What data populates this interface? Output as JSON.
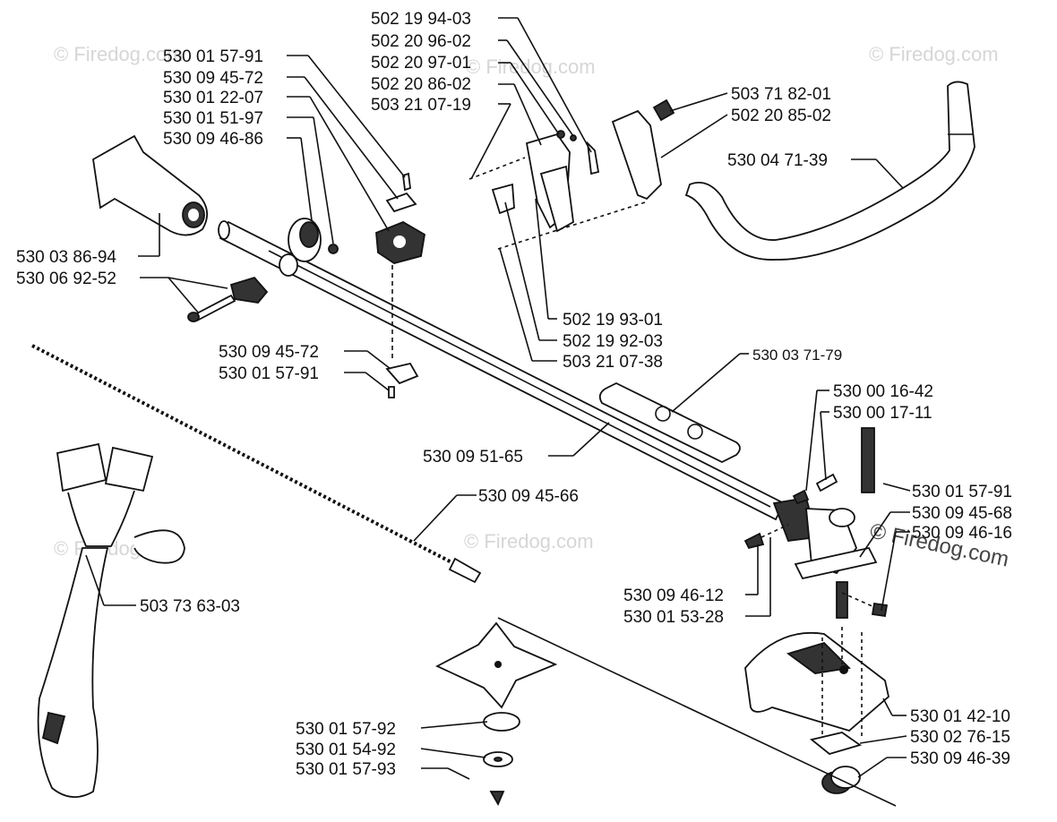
{
  "watermark": "© Firedog.com",
  "labels": {
    "l_502_19_94_03": "502 19 94-03",
    "l_502_20_96_02": "502 20 96-02",
    "l_502_20_97_01": "502 20 97-01",
    "l_502_20_86_02": "502 20 86-02",
    "l_503_21_07_19": "503 21 07-19",
    "l_530_01_57_91_a": "530 01 57-91",
    "l_530_09_45_72_a": "530 09 45-72",
    "l_530_01_22_07": "530 01 22-07",
    "l_530_01_51_97": "530 01 51-97",
    "l_530_09_46_86": "530 09 46-86",
    "l_503_71_82_01": "503 71 82-01",
    "l_502_20_85_02": "502 20 85-02",
    "l_530_04_71_39": "530 04 71-39",
    "l_530_03_86_94": "530 03 86-94",
    "l_530_06_92_52": "530 06 92-52",
    "l_502_19_93_01": "502 19 93-01",
    "l_502_19_92_03": "502 19 92-03",
    "l_503_21_07_38": "503 21 07-38",
    "l_530_09_45_72_b": "530 09 45-72",
    "l_530_01_57_91_b": "530 01 57-91",
    "l_530_03_71_79": "530 03 71-79",
    "l_530_00_16_42": "530 00 16-42",
    "l_530_00_17_11": "530 00 17-11",
    "l_530_09_51_65": "530 09 51-65",
    "l_530_01_57_91_c": "530 01 57-91",
    "l_530_09_45_68": "530 09 45-68",
    "l_530_09_46_16": "530 09 46-16",
    "l_530_09_45_66": "530 09 45-66",
    "l_503_73_63_03": "503 73 63-03",
    "l_530_09_46_12": "530 09 46-12",
    "l_530_01_53_28": "530 01 53-28",
    "l_530_01_42_10": "530 01 42-10",
    "l_530_02_76_15": "530 02 76-15",
    "l_530_09_46_39": "530 09 46-39",
    "l_530_01_57_92": "530 01 57-92",
    "l_530_01_54_92": "530 01 54-92",
    "l_530_01_57_93": "530 01 57-93"
  }
}
